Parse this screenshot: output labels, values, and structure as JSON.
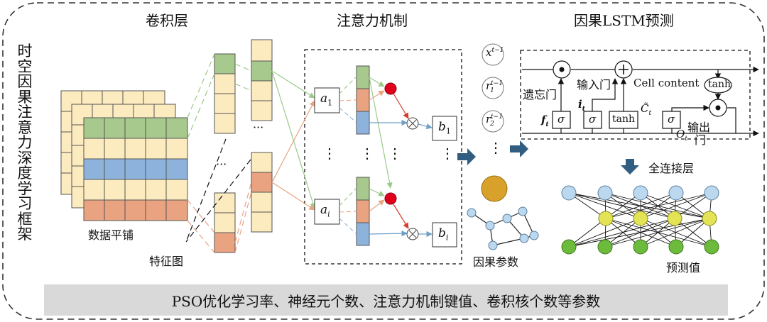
{
  "sections": {
    "conv_title": "卷积层",
    "attention_title": "注意力机制",
    "lstm_title": "因果LSTM预测"
  },
  "left_label": "时空因果注意力深度学习框架",
  "conv": {
    "tiling_label": "数据平铺",
    "feature_map_label": "特征图",
    "ellipsis": "···",
    "vdots": "⋮"
  },
  "attention": {
    "a1": "a",
    "a1_sub": "1",
    "ai": "a",
    "ai_sub": "i",
    "b1": "b",
    "b1_sub": "1",
    "bi": "b",
    "bi_sub": "i",
    "vdots": "⋮",
    "multiply": "⊗"
  },
  "causal": {
    "x_label": "x",
    "x_sup": "t−1",
    "r1_label": "r",
    "r1_sub": "1",
    "r1_sup": "t−1",
    "r2_label": "r",
    "r2_sub": "2",
    "r2_sup": "t−1",
    "vdots": "⋮",
    "params_label": "因果参数"
  },
  "lstm": {
    "forget_gate": "遗忘门",
    "input_gate": "输入门",
    "output_gate_1": "输出",
    "output_gate_2": "门",
    "cell_content": "Cell content",
    "tanh_top": "tanh",
    "tanh_box": "tanh",
    "sigma": "σ",
    "f_t": "f",
    "f_sub": "t",
    "i_t": "i",
    "i_sub": "t",
    "c_t": "C̃",
    "c_sub": "t",
    "o_t": "O",
    "o_sub": "t",
    "plus": "+",
    "dot": "⊙"
  },
  "dense": {
    "label": "全连接层",
    "pred_label": "预测值"
  },
  "banner": "PSO优化学习率、神经元个数、注意力机制键值、卷积核个数等参数",
  "colors": {
    "cell_bg": "#fdebc0",
    "green": "#a7c98d",
    "blue": "#8db3dd",
    "orange": "#e9a380",
    "red_node": "#e0001b",
    "node_blue": "#bcd8ef",
    "node_yellow": "#e3e356",
    "node_green": "#6cbb3c",
    "gold": "#d8a22a",
    "arrow_blue": "#305d80"
  }
}
